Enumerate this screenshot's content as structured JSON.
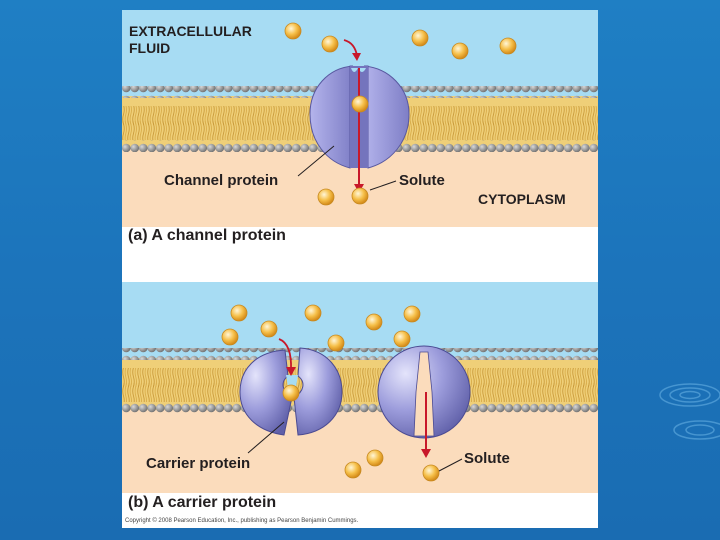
{
  "panel_a": {
    "region_top": "EXTRACELLULAR",
    "region_top_line2": "FLUID",
    "region_bottom": "CYTOPLASM",
    "protein_label": "Channel protein",
    "solute_label": "Solute",
    "caption": "(a) A channel protein"
  },
  "panel_b": {
    "protein_label": "Carrier protein",
    "solute_label": "Solute",
    "caption": "(b) A carrier protein"
  },
  "copyright": "Copyright © 2008 Pearson Education, Inc., publishing as Pearson Benjamin Cummings.",
  "colors": {
    "extracellular": "#a7dcf3",
    "cytoplasm": "#fbdcbc",
    "membrane_tail": "#e8c468",
    "phospholipid_head": "#8c8c8c",
    "protein": "#9b9bd8",
    "solute": "#f5b63a",
    "arrow": "#c8182a",
    "slide_background": "#1f77c0"
  }
}
